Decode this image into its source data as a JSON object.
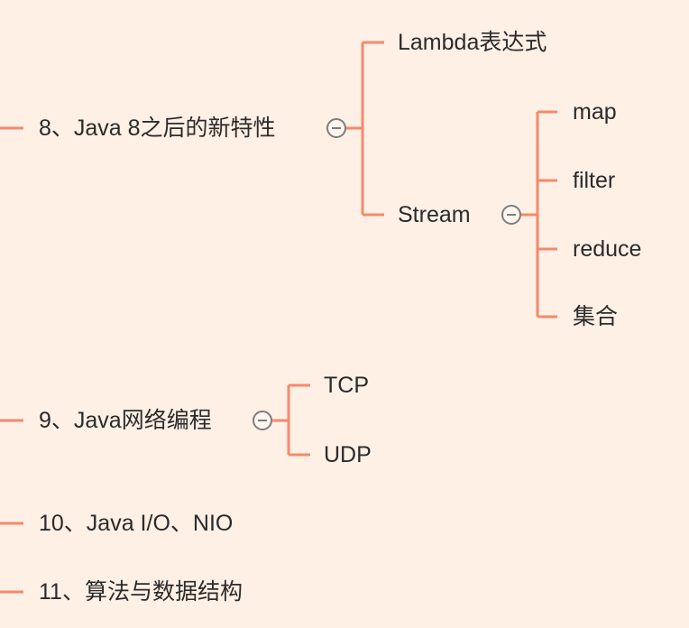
{
  "theme": {
    "background": "#fff0e6",
    "connector_color": "#f6896b",
    "text_color": "#2b2b2b",
    "toggle_color": "#7d7d7d"
  },
  "nodes": {
    "java8": {
      "label": "8、Java 8之后的新特性",
      "toggle_icon": "collapse-minus-icon",
      "children": {
        "lambda": "Lambda表达式",
        "stream": {
          "label": "Stream",
          "toggle_icon": "collapse-minus-icon",
          "children": [
            "map",
            "filter",
            "reduce",
            "集合"
          ]
        }
      }
    },
    "network": {
      "label": "9、Java网络编程",
      "toggle_icon": "collapse-minus-icon",
      "children": [
        "TCP",
        "UDP"
      ]
    },
    "io": {
      "label": "10、Java I/O、NIO"
    },
    "algo": {
      "label": "11、算法与数据结构"
    }
  }
}
